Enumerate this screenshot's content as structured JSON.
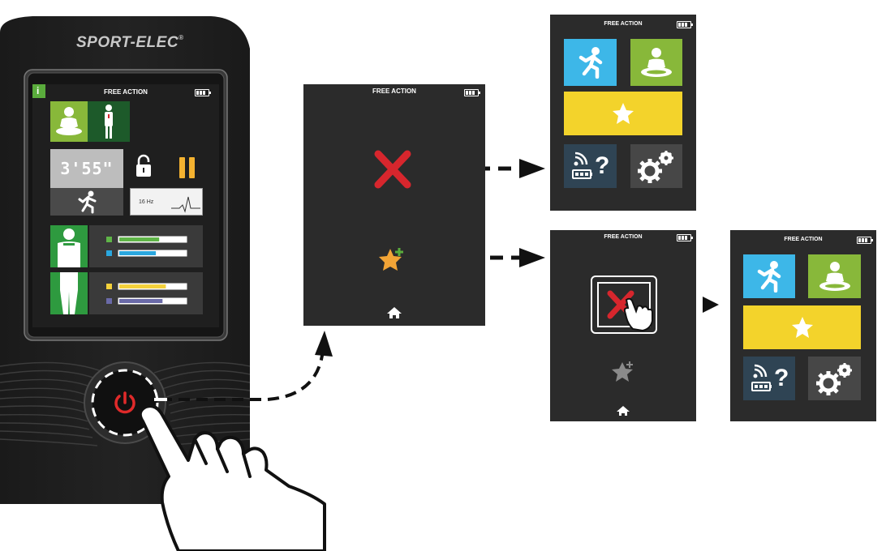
{
  "device": {
    "brand": "SPORT-ELEC",
    "brand_mark": "®",
    "screen": {
      "title": "FREE ACTION",
      "info_label": "i",
      "timer": "3'55\"",
      "frequency": "16 Hz",
      "channels": [
        {
          "color": "#5fb548",
          "level": 0.6
        },
        {
          "color": "#2aa7df",
          "level": 0.55
        },
        {
          "color": "#f4d13b",
          "level": 0.7
        },
        {
          "color": "#6a6aa8",
          "level": 0.65
        }
      ]
    }
  },
  "screens": {
    "center": {
      "title": "FREE ACTION"
    },
    "top_right": {
      "title": "FREE ACTION"
    },
    "middle_right": {
      "title": "FREE ACTION"
    },
    "far_right": {
      "title": "FREE ACTION"
    }
  },
  "menu_tiles": {
    "help_symbol": "?"
  },
  "colors": {
    "run_tile": "#3db7e8",
    "relax_tile": "#88b83a",
    "favorite_tile": "#f3d32b",
    "help_tile": "#2f4454",
    "settings_tile": "#474747",
    "cancel": "#d7262d",
    "star": "#f2a436"
  }
}
